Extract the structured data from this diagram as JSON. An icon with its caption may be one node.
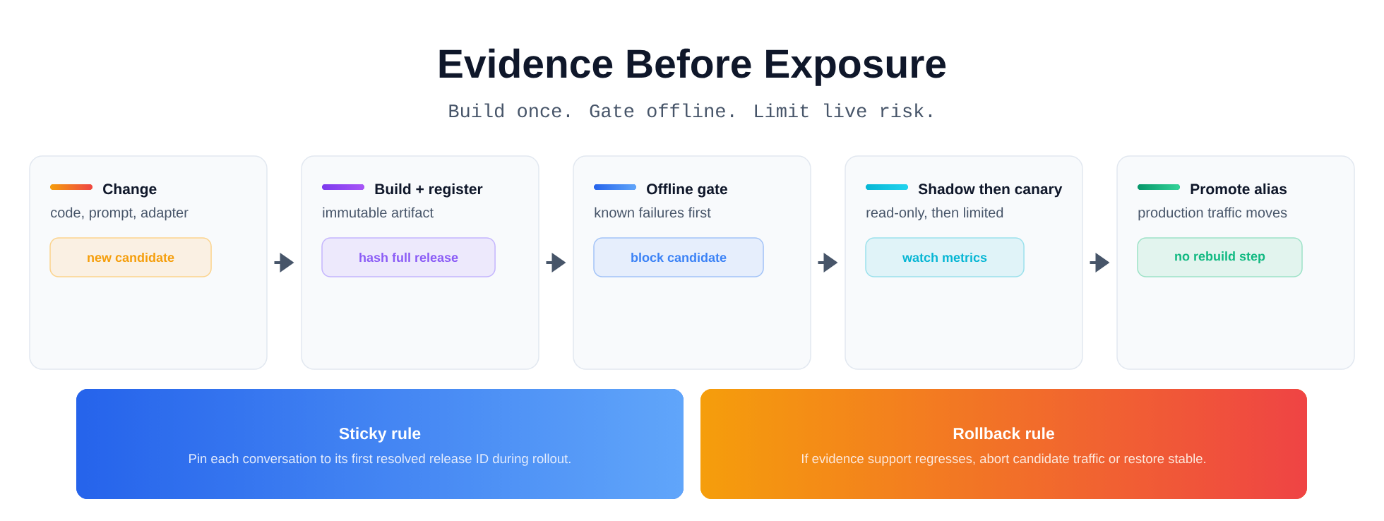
{
  "diagram": {
    "title": "Evidence Before Exposure",
    "nodes": [
      {
        "text": [
          "Change",
          "code, prompt, adapter"
        ]
      },
      {
        "text": [
          "new candidate"
        ],
        "in": 0
      },
      {
        "text": [
          "Build + register",
          "immutable artifact"
        ]
      },
      {
        "text": [
          "hash full release"
        ],
        "in": 2
      },
      {
        "text": [
          "Offline gate",
          "known failures first"
        ]
      },
      {
        "text": [
          "block candidate"
        ],
        "in": 4
      },
      {
        "text": [
          "Shadow then canary",
          "read-only, then limited"
        ]
      },
      {
        "text": [
          "watch metrics"
        ],
        "in": 6
      },
      {
        "text": [
          "Promote alias",
          "production traffic moves"
        ]
      },
      {
        "text": [
          "no rebuild step"
        ],
        "in": 8
      },
      {
        "text": [
          "Sticky rule",
          "Pin each conversation to its first resolved release ID during rollout."
        ]
      },
      {
        "text": [
          "Rollback rule",
          "If evidence support regresses, abort candidate traffic or restore stable."
        ]
      }
    ],
    "edges": [
      {
        "from": 0,
        "to": 2,
        "arrow": "to"
      },
      {
        "from": 2,
        "to": 4,
        "arrow": "to"
      },
      {
        "from": 4,
        "to": 6,
        "arrow": "to"
      },
      {
        "from": 6,
        "to": 8,
        "arrow": "to"
      }
    ],
    "labels": [
      "Build once. Gate offline. Limit live risk."
    ]
  }
}
